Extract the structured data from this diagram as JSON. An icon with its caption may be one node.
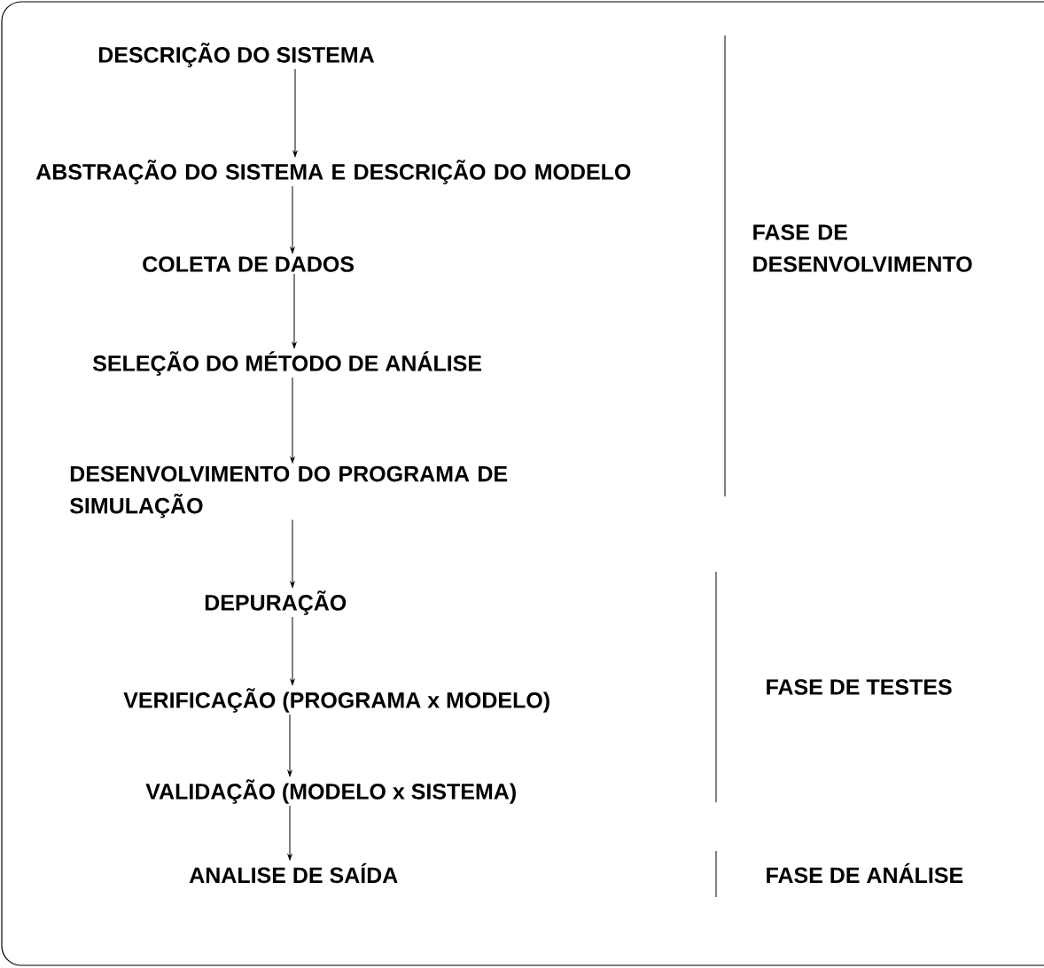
{
  "diagram": {
    "nodes": [
      {
        "text": [
          "DESCRIÇÃO DO SISTEMA"
        ]
      },
      {
        "text": [
          "ABSTRAÇÃO DO SISTEMA E DESCRIÇÃO DO MODELO"
        ]
      },
      {
        "text": [
          "COLETA DE DADOS"
        ]
      },
      {
        "text": [
          "SELEÇÃO DO MÉTODO DE ANÁLISE"
        ]
      },
      {
        "text": [
          "DESENVOLVIMENTO DO PROGRAMA DE SIMULAÇÃO"
        ]
      },
      {
        "text": [
          "DEPURAÇÃO"
        ]
      },
      {
        "text": [
          "VERIFICAÇÃO (PROGRAMA x MODELO)"
        ]
      },
      {
        "text": [
          "VALIDAÇÃO (MODELO x SISTEMA)"
        ]
      },
      {
        "text": [
          "ANALISE DE SAÍDA"
        ]
      }
    ],
    "edges": [
      {
        "from": 0,
        "to": 1,
        "arrow": "to"
      },
      {
        "from": 1,
        "to": 2,
        "arrow": "to"
      },
      {
        "from": 2,
        "to": 3,
        "arrow": "to"
      },
      {
        "from": 3,
        "to": 4,
        "arrow": "to"
      },
      {
        "from": 4,
        "to": 5,
        "arrow": "to"
      },
      {
        "from": 5,
        "to": 6,
        "arrow": "to"
      },
      {
        "from": 6,
        "to": 7,
        "arrow": "to"
      },
      {
        "from": 7,
        "to": 8,
        "arrow": "to"
      }
    ],
    "labels": [
      "FASE DE DESENVOLVIMENTO",
      "FASE DE TESTES",
      "FASE DE ANÁLISE"
    ]
  }
}
